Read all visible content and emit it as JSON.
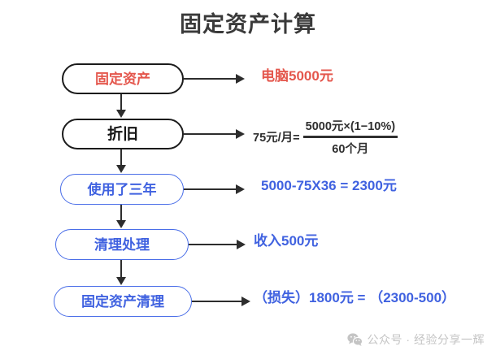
{
  "title": "固定资产计算",
  "colors": {
    "red": "#e4564c",
    "blue": "#4062e0",
    "black": "#141414",
    "arrow": "#2d2d2d",
    "watermark": "#c4c4c4",
    "title": "#3a3a3a"
  },
  "flow": {
    "nodes": [
      {
        "id": "node-1",
        "label": "固定资产",
        "border": "black",
        "text_color": "red"
      },
      {
        "id": "node-2",
        "label": "折旧",
        "border": "black",
        "text_color": "black"
      },
      {
        "id": "node-3",
        "label": "使用了三年",
        "border": "blue",
        "text_color": "blue"
      },
      {
        "id": "node-4",
        "label": "清理处理",
        "border": "blue",
        "text_color": "blue"
      },
      {
        "id": "node-5",
        "label": "固定资产清理",
        "border": "blue",
        "text_color": "blue"
      }
    ]
  },
  "annotations": {
    "row1": {
      "text": "电脑5000元",
      "color": "red"
    },
    "row2": {
      "lhs": "75元/月=",
      "numerator": "5000元×(1−10%)",
      "denominator": "60个月",
      "color": "black"
    },
    "row3": {
      "text": "5000-75X36 = 2300元",
      "color": "blue"
    },
    "row4": {
      "text": "收入500元",
      "color": "blue"
    },
    "row5": {
      "text": "（损失）1800元 = （2300-500）",
      "color": "blue"
    }
  },
  "watermark": {
    "icon": "wechat-icon",
    "text": "公众号 · 经验分享一辉"
  }
}
